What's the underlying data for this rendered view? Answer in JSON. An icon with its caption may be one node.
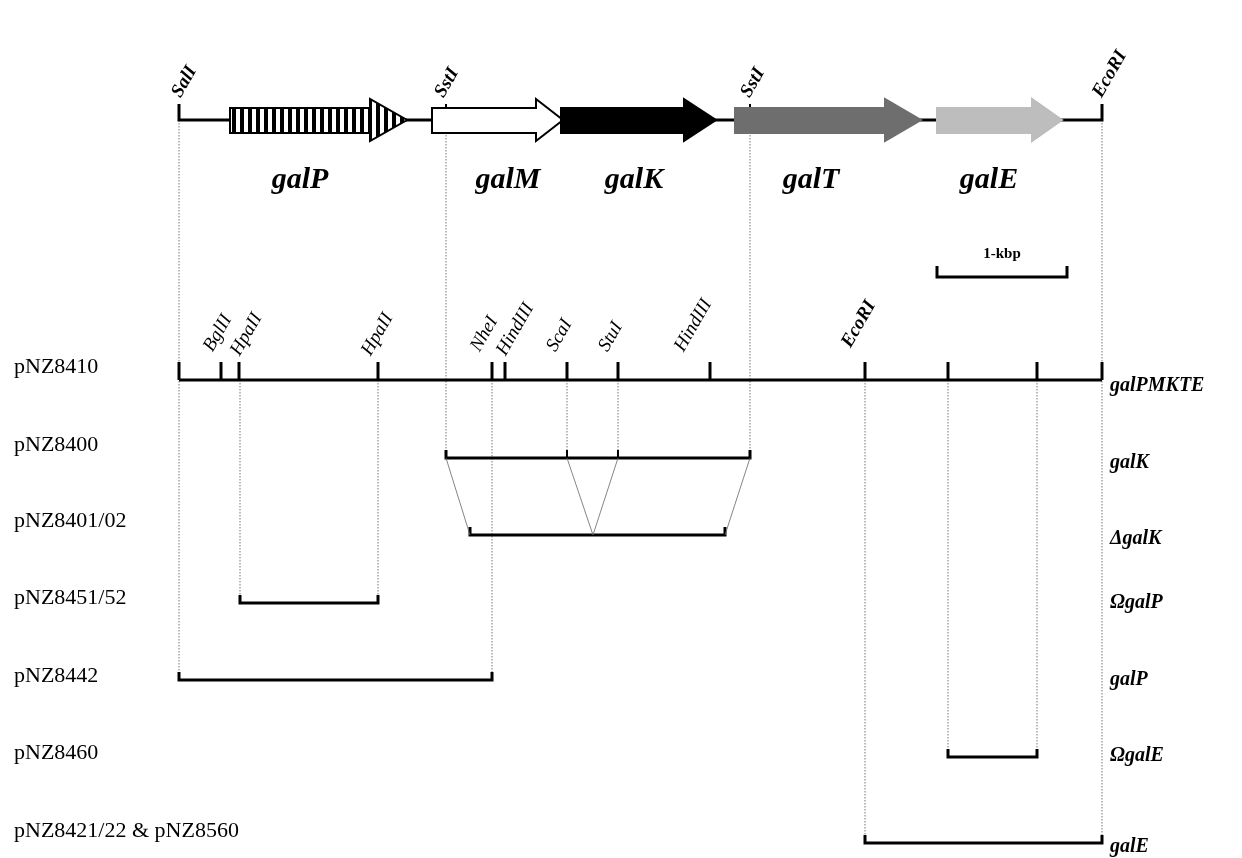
{
  "diagram": {
    "labels": [
      "SalI",
      "SstI",
      "SstI",
      "EcoRI",
      "galP",
      "galM",
      "galK",
      "galT",
      "galE",
      "1-kbp",
      "BglII",
      "HpaII",
      "HpaII",
      "NheI",
      "HindIII",
      "ScaI",
      "StuI",
      "HindIII",
      "EcoRI",
      "pNZ8410",
      "galPMKTE",
      "pNZ8400",
      "galK",
      "pNZ8401/02",
      "ΔgalK",
      "pNZ8451/52",
      "ΩgalP",
      "pNZ8442",
      "galP",
      "pNZ8460",
      "ΩgalE",
      "pNZ8421/22 & pNZ8560",
      "galE"
    ]
  }
}
